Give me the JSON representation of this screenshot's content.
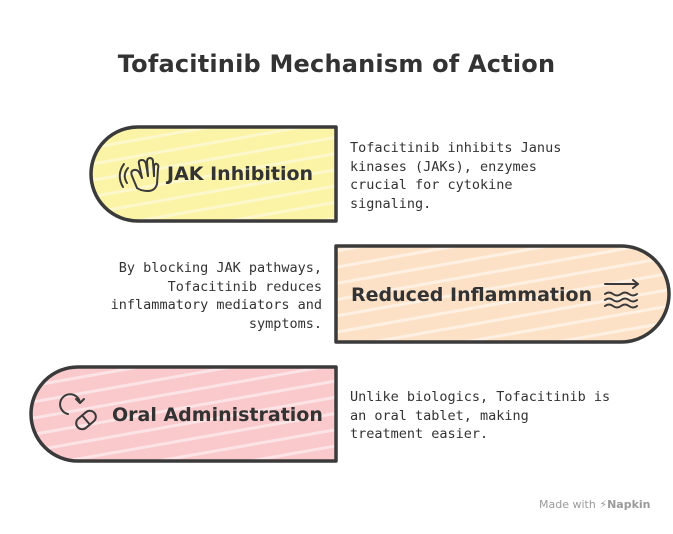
{
  "title": "Tofacitinib Mechanism of Action",
  "colors": {
    "jak_fill": "#fbf3a6",
    "inflammation_fill": "#fde1c6",
    "oral_fill": "#fbd3d6",
    "outline": "#3a3a3a"
  },
  "steps": [
    {
      "label": "JAK Inhibition",
      "icon": "hand-waving-icon",
      "description": [
        "Tofacitinib inhibits Janus",
        "kinases (JAKs), enzymes",
        "crucial for cytokine",
        "signaling."
      ]
    },
    {
      "label": "Reduced Inflammation",
      "icon": "waves-arrow-icon",
      "description": [
        "By blocking JAK pathways,",
        "Tofacitinib reduces",
        "inflammatory mediators and",
        "symptoms."
      ]
    },
    {
      "label": "Oral Administration",
      "icon": "pill-cycle-icon",
      "description": [
        "Unlike biologics, Tofacitinib is",
        "an oral tablet, making",
        "treatment easier."
      ]
    }
  ],
  "footer": {
    "made_with": "Made with",
    "brand": "Napkin"
  }
}
